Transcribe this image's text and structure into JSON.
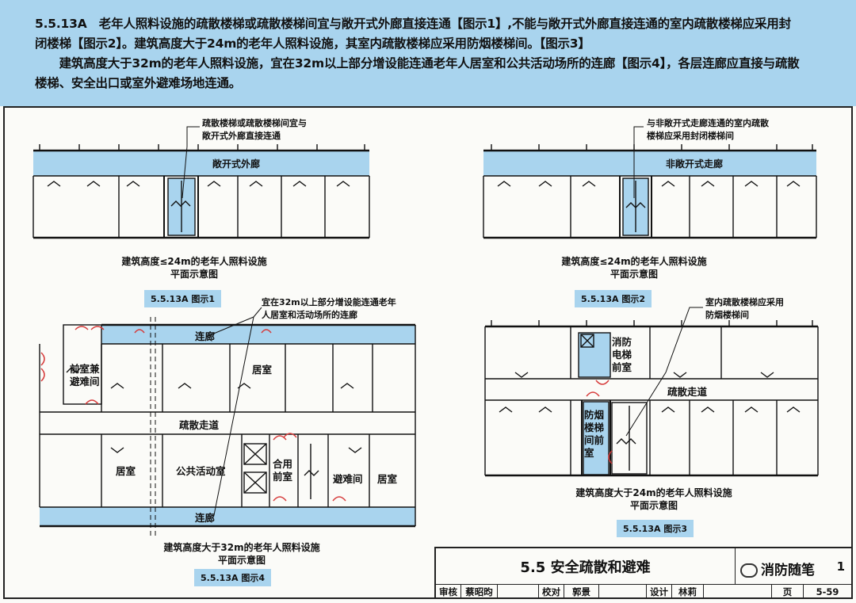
{
  "header": {
    "lines": [
      "5.5.13A　老年人照料设施的疏散楼梯或疏散楼梯间宜与敞开式外廊直接连通【图示1】,不能与敞开式外廊直接连通的室内疏散楼梯应采用封",
      "闭楼梯【图示2】。建筑高度大于24m的老年人照料设施，其室内疏散楼梯应采用防烟楼梯间。【图示3】",
      "　　建筑高度大于32m的老年人照料设施，宜在32m以上部分增设能连通老年人居室和公共活动场所的连廊【图示4】，各层连廊应直接与疏散",
      "楼梯、安全出口或室外避难场地连通。"
    ]
  },
  "fig1": {
    "note": [
      "疏散楼梯或疏散楼梯间宜与",
      "敞开式外廊直接连通"
    ],
    "corridor": "敞开式外廊",
    "caption": [
      "建筑高度≤24m的老年人照料设施",
      "平面示意图"
    ],
    "tag": "5.5.13A 图示1"
  },
  "fig2": {
    "note": [
      "与非敞开式走廊连通的室内疏散",
      "楼梯应采用封闭楼梯间"
    ],
    "corridor": "非敞开式走廊",
    "caption": [
      "建筑高度≤24m的老年人照料设施",
      "平面示意图"
    ],
    "tag": "5.5.13A 图示2"
  },
  "fig3": {
    "note": [
      "室内疏散楼梯应采用",
      "防烟楼梯间"
    ],
    "elevator_lobby": "消防电梯前室",
    "corridor": "疏散走道",
    "smoke_lobby": "防烟楼梯间前室",
    "caption": [
      "建筑高度大于24m的老年人照料设施",
      "平面示意图"
    ],
    "tag": "5.5.13A 图示3"
  },
  "fig4": {
    "note": [
      "宜在32m以上部分增设能连通老年",
      "人居室和活动场所的连廊"
    ],
    "top_bridge": "连廊",
    "refuge_front": "前室兼避难间",
    "room_upper": "居室",
    "corridor": "疏散走道",
    "room_left": "居室",
    "activity": "公共活动室",
    "shared_lobby": "合用前室",
    "refuge": "避难间",
    "room_right": "居室",
    "bottom_bridge": "连廊",
    "caption": [
      "建筑高度大于32m的老年人照料设施",
      "平面示意图"
    ],
    "tag": "5.5.13A 图示4"
  },
  "title_block": {
    "title": "5.5  安全疏散和避难",
    "watermark": "消防随笔",
    "page_suffix": "1",
    "review_label": "审核",
    "reviewer": "蔡昭昀",
    "check_label": "校对",
    "checker": "郭景",
    "design_label": "设计",
    "designer": "林莉",
    "page_label": "页",
    "page_no": "5-59"
  },
  "colors": {
    "blue": "#a9d4ee",
    "line": "#111111",
    "door": "#d63a3a"
  }
}
